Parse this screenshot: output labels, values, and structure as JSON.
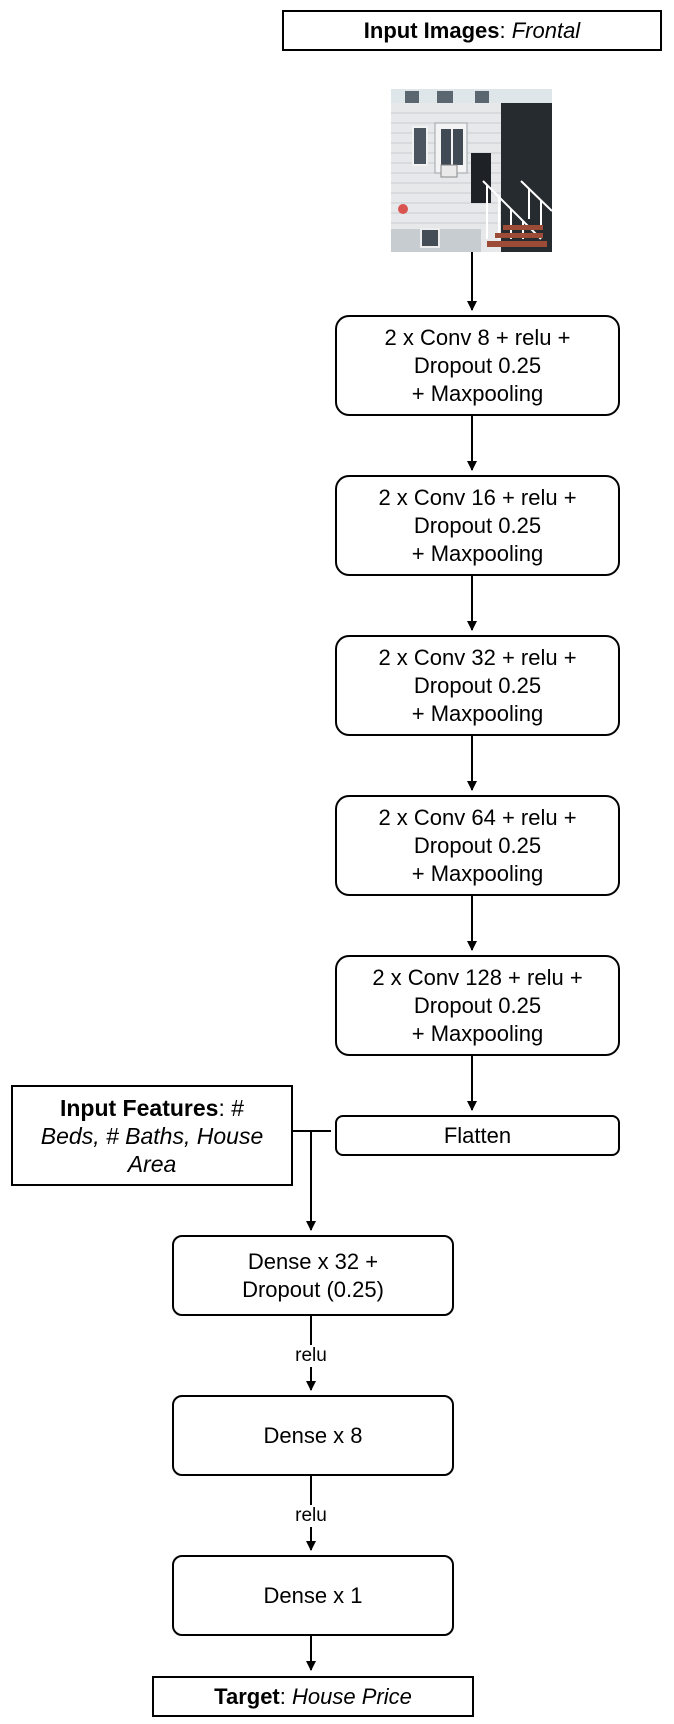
{
  "input_images": {
    "label_bold": "Input Images",
    "label_sep": ": ",
    "label_italic": "Frontal"
  },
  "layers": [
    {
      "lines": [
        "2 x Conv 8 + relu +",
        "Dropout 0.25",
        "+ Maxpooling"
      ]
    },
    {
      "lines": [
        "2 x Conv 16 + relu +",
        "Dropout 0.25",
        "+ Maxpooling"
      ]
    },
    {
      "lines": [
        "2 x Conv 32 + relu +",
        "Dropout 0.25",
        "+ Maxpooling"
      ]
    },
    {
      "lines": [
        "2 x Conv 64 + relu +",
        "Dropout 0.25",
        "+ Maxpooling"
      ]
    },
    {
      "lines": [
        "2 x Conv 128 + relu +",
        "Dropout 0.25",
        "+ Maxpooling"
      ]
    }
  ],
  "flatten": {
    "label": "Flatten"
  },
  "input_features": {
    "label_bold": "Input Features",
    "line1_rest": ": #",
    "line2": "Beds, # Baths, House",
    "line3": "Area"
  },
  "dense": [
    {
      "lines": [
        "Dense x 32 +",
        "Dropout (0.25)"
      ]
    },
    {
      "lines": [
        "Dense x 8"
      ]
    },
    {
      "lines": [
        "Dense x 1"
      ]
    }
  ],
  "edge_labels": [
    "relu",
    "relu"
  ],
  "target": {
    "label_bold": "Target",
    "label_sep": ": ",
    "label_italic": "House Price"
  }
}
